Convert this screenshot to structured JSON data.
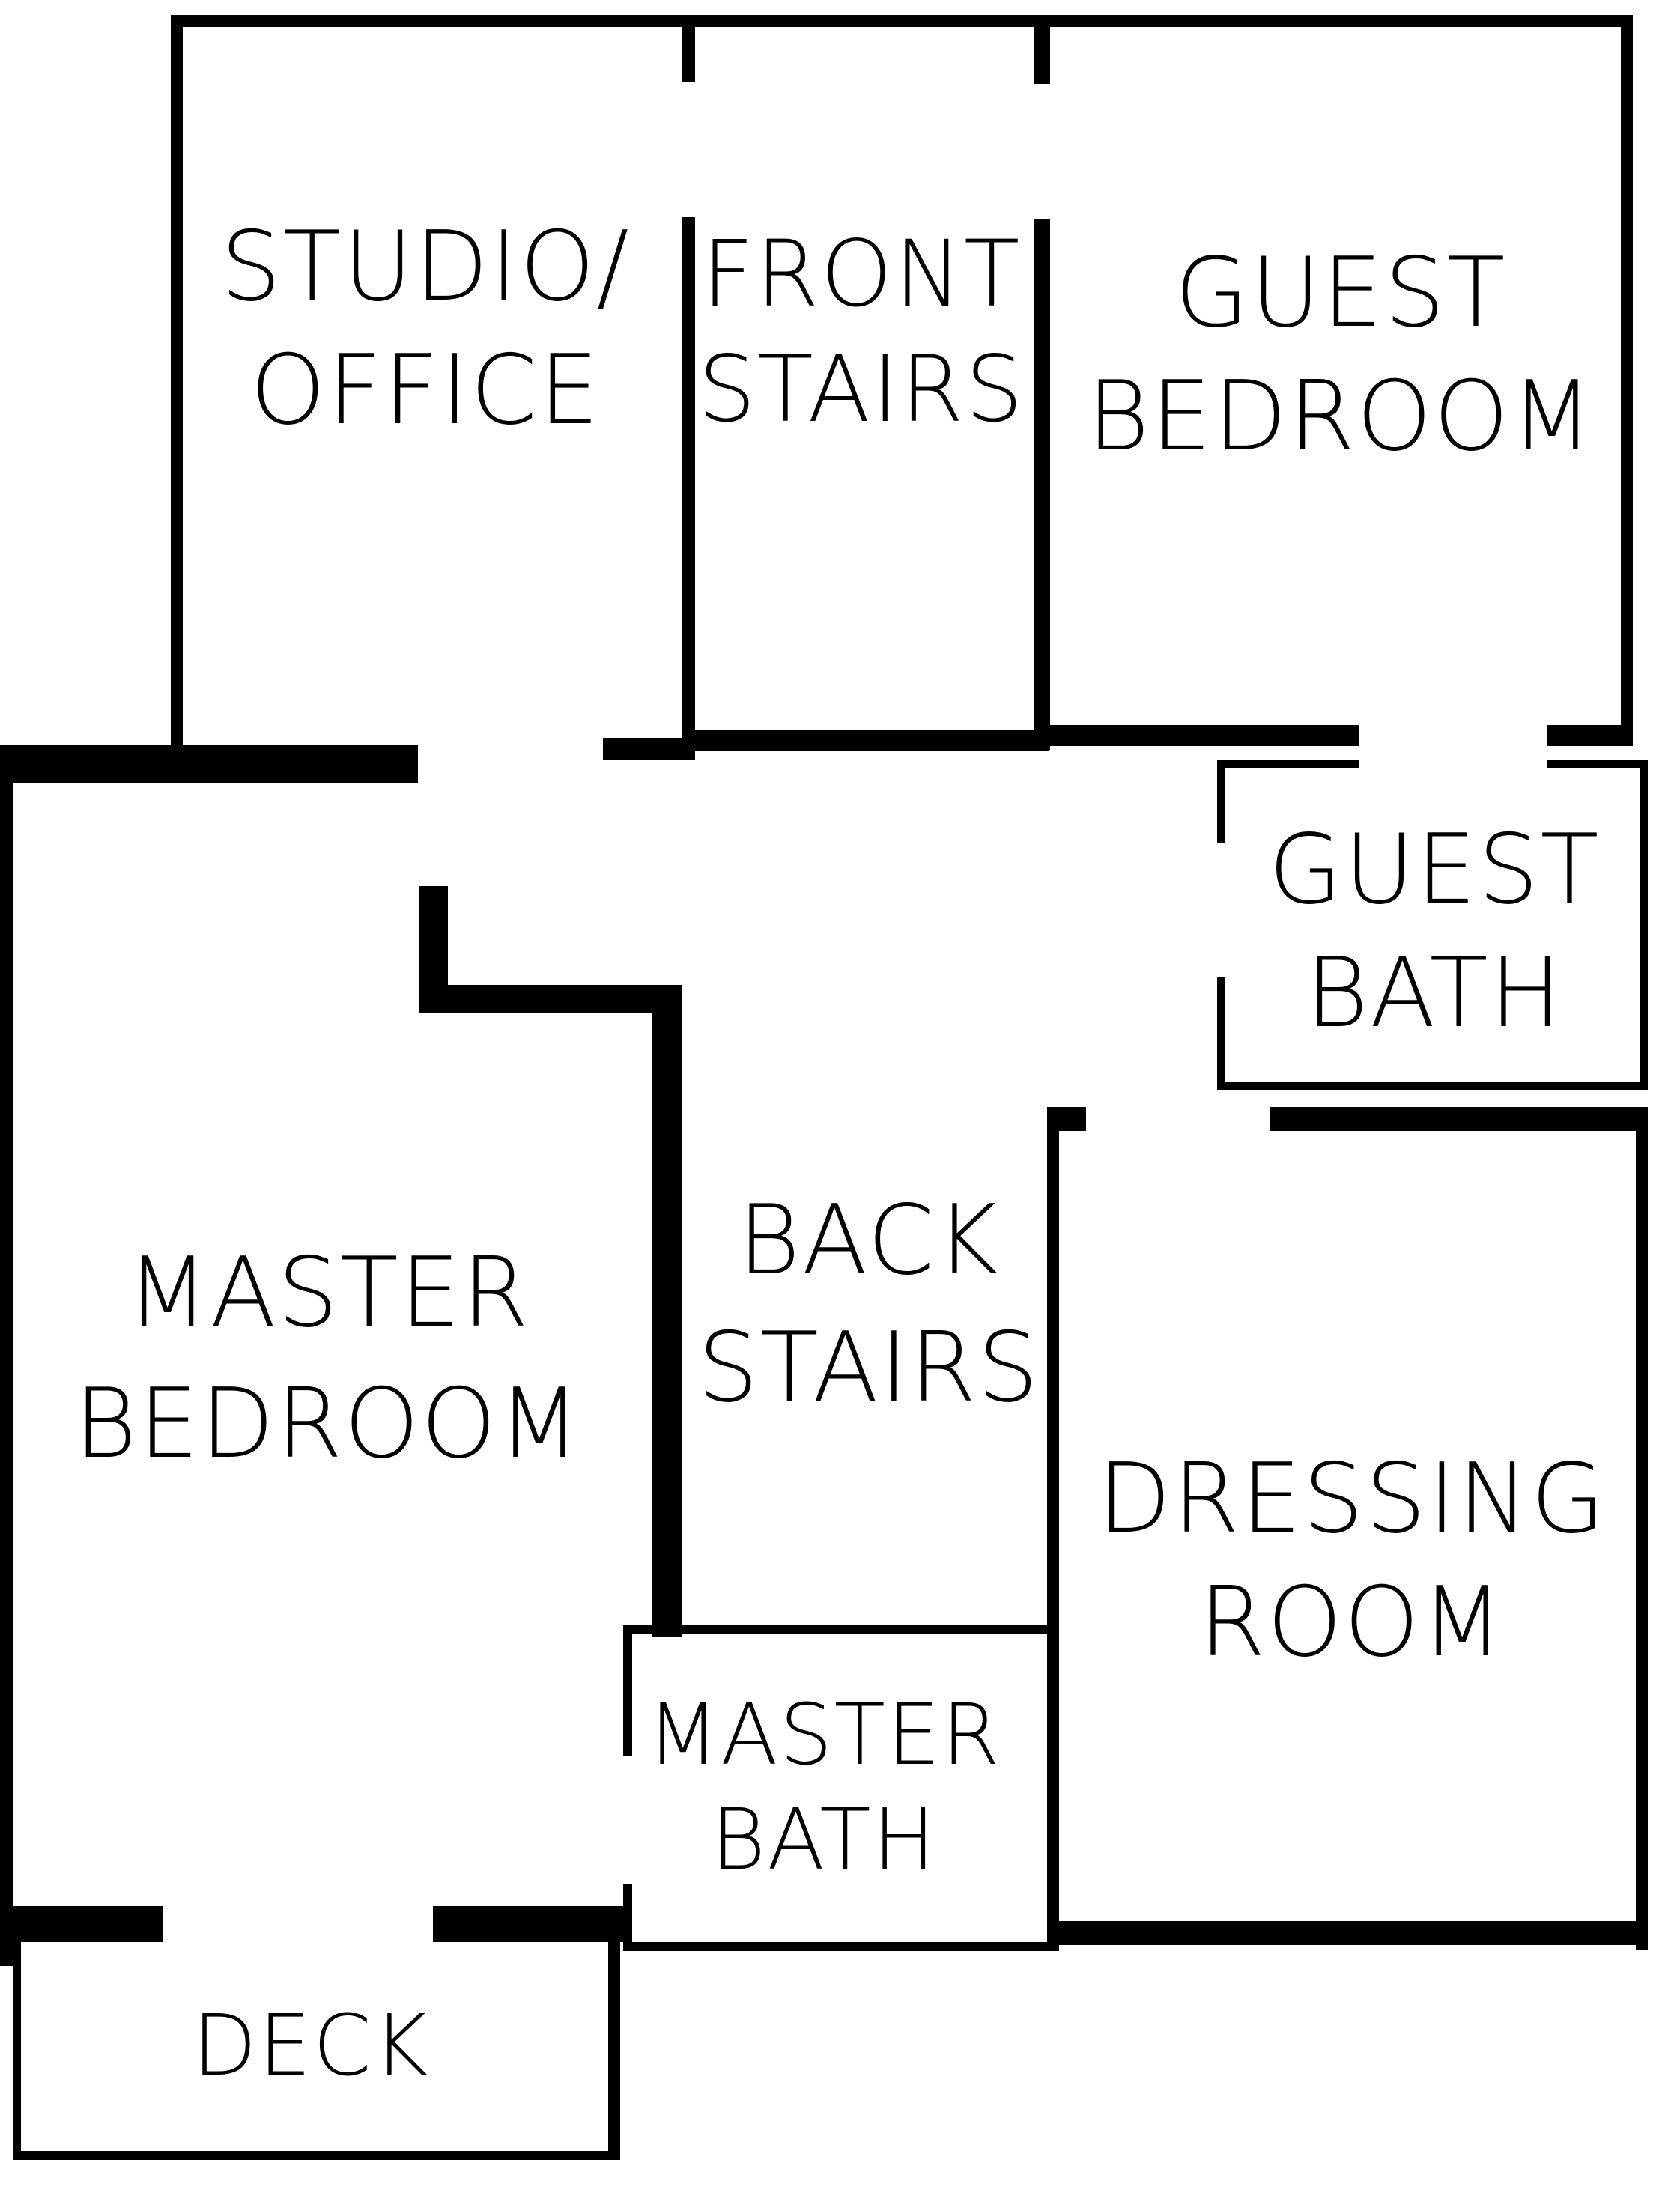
{
  "colors": {
    "background": "#ffffff",
    "walls": "#000000",
    "text": "#000000"
  },
  "rooms": {
    "studio_office": {
      "line1": "STUDIO/",
      "line2": "OFFICE"
    },
    "front_stairs": {
      "line1": "FRONT",
      "line2": "STAIRS"
    },
    "guest_bedroom": {
      "line1": "GUEST",
      "line2": "BEDROOM"
    },
    "guest_bath": {
      "line1": "GUEST",
      "line2": "BATH"
    },
    "master_bedroom": {
      "line1": "MASTER",
      "line2": "BEDROOM"
    },
    "back_stairs": {
      "line1": "BACK",
      "line2": "STAIRS"
    },
    "dressing_room": {
      "line1": "DRESSING",
      "line2": "ROOM"
    },
    "master_bath": {
      "line1": "MASTER",
      "line2": "BATH"
    },
    "deck": {
      "line1": "DECK"
    }
  }
}
